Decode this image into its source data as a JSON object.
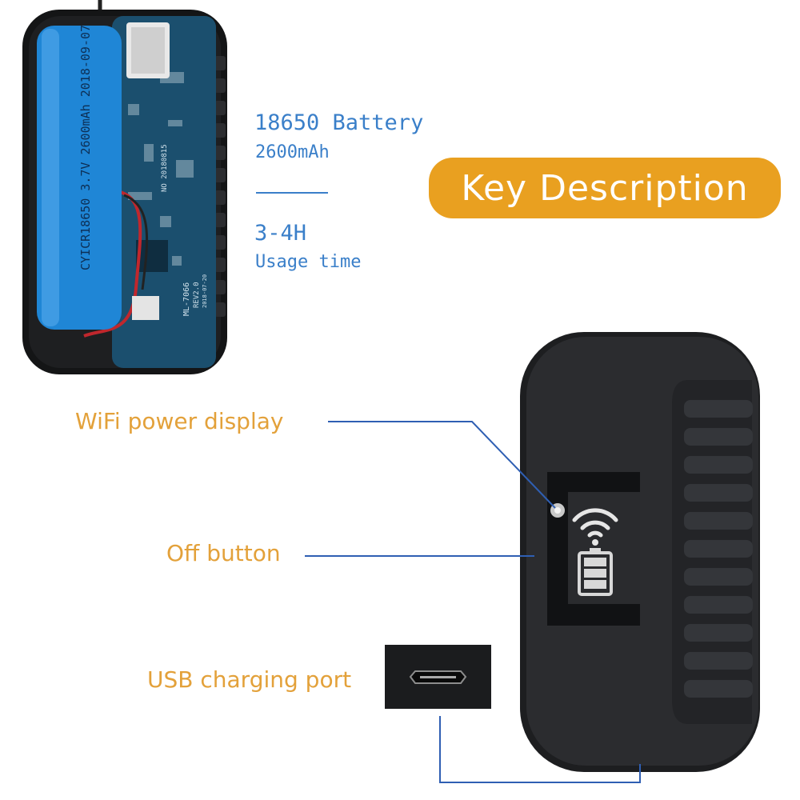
{
  "specs": {
    "battery_title": "18650 Battery",
    "battery_capacity": "2600mAh",
    "usage_value": "3-4H",
    "usage_label": "Usage time"
  },
  "badge": {
    "label": "Key Description"
  },
  "callouts": {
    "wifi_power_display": "WiFi power display",
    "off_button": "Off button",
    "usb_port": "USB charging port"
  },
  "pcb_markings": {
    "battery_print": "CYICR18650 3.7V 2600mAh 2018-09-07",
    "board_date": "NO 20180815",
    "board_model": "ML-7066",
    "board_rev": "REV2.0",
    "board_build": "2018-07-20"
  },
  "colors": {
    "accent_orange": "#e9a020",
    "callout_orange": "#e3a13a",
    "spec_blue": "#3a7fc9",
    "leader_line": "#2f5fb3",
    "device_body": "#2b2c2f",
    "battery_blue": "#1f86d6",
    "pcb_teal": "#1b4f6e"
  },
  "icons": [
    "wifi-icon",
    "battery-icon",
    "micro-usb-port-icon",
    "led-indicator-icon"
  ]
}
